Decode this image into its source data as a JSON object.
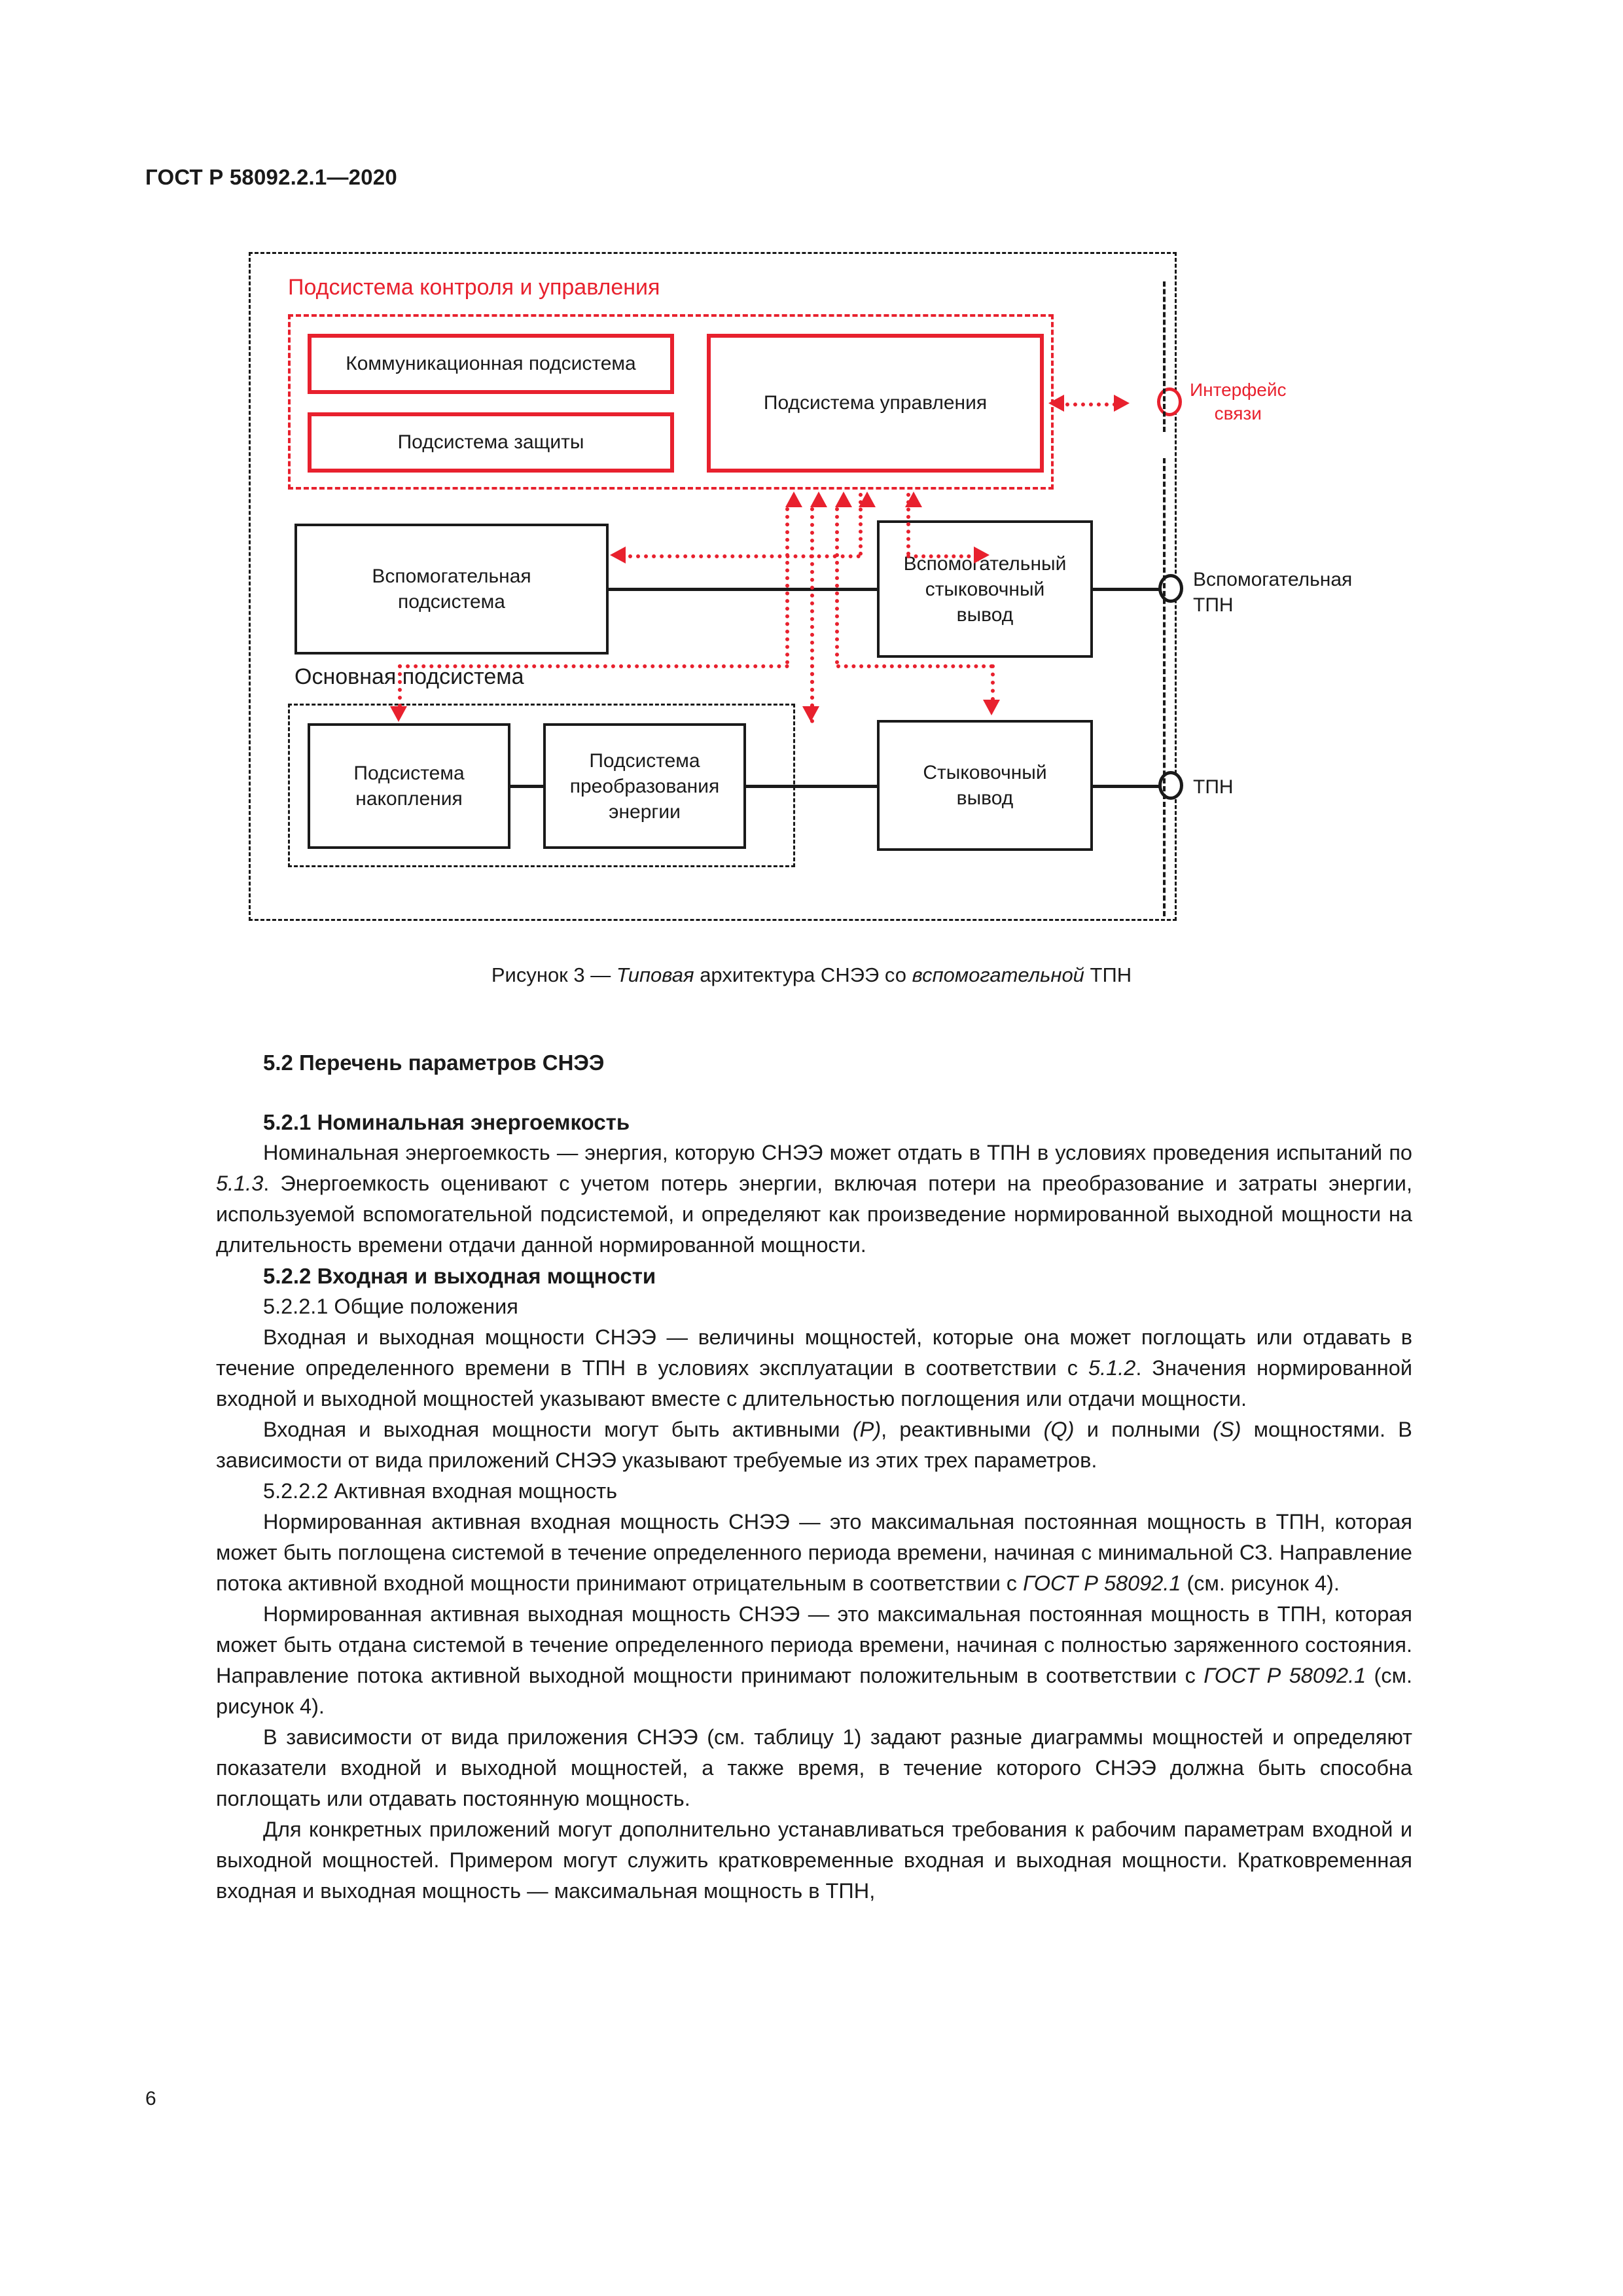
{
  "header": {
    "standard_id": "ГОСТ Р 58092.2.1—2020"
  },
  "figure": {
    "control_subsystem_title": "Подсистема контроля и управления",
    "main_subsystem_title": "Основная подсистема",
    "boxes": {
      "communication": "Коммуникационная подсистема",
      "protection": "Подсистема защиты",
      "management": "Подсистема управления",
      "auxiliary": "Вспомогательная\nподсистема",
      "auxiliary_line1": "Вспомогательная",
      "auxiliary_line2": "подсистема",
      "aux_dock_line1": "Вспомогательный",
      "aux_dock_line2": "стыковочный",
      "aux_dock_line3": "вывод",
      "storage_line1": "Подсистема",
      "storage_line2": "накопления",
      "conversion_line1": "Подсистема",
      "conversion_line2": "преобразования",
      "conversion_line3": "энергии",
      "dock_line1": "Стыковочный",
      "dock_line2": "вывод"
    },
    "terminals": {
      "comm_interface_line1": "Интерфейс",
      "comm_interface_line2": "связи",
      "aux_tpn_line1": "Вспомогательная",
      "aux_tpn_line2": "ТПН",
      "tpn": "ТПН"
    },
    "colors": {
      "control_red": "#e8212e",
      "line_black": "#1a1a1a"
    },
    "caption": {
      "prefix": "Рисунок 3 — ",
      "italic1": "Типовая",
      "mid": " архитектура СНЭЭ со ",
      "italic2": "вспомогательной",
      "suffix": " ТПН"
    }
  },
  "body": {
    "s52_heading": "5.2 Перечень параметров СНЭЭ",
    "s521_heading": "5.2.1 Номинальная энергоемкость",
    "s521_p1_a": "Номинальная энергоемкость — энергия, которую СНЭЭ может отдать в ТПН в условиях проведения испытаний по ",
    "s521_p1_ref": "5.1.3",
    "s521_p1_b": ". Энергоемкость оценивают с учетом потерь энергии, включая потери на преобразование и затраты энергии, используемой вспомогательной подсистемой, и определяют как произведение нормированной выходной мощности на длительность времени отдачи данной нормированной мощности.",
    "s522_heading": "5.2.2 Входная и выходная мощности",
    "s5221_heading": "5.2.2.1 Общие положения",
    "s5221_p1_a": "Входная и выходная мощности СНЭЭ — величины мощностей, которые она может поглощать или отдавать в течение определенного времени в ТПН в условиях эксплуатации в соответствии с ",
    "s5221_p1_ref": "5.1.2",
    "s5221_p1_b": ". Значения нормированной входной и выходной мощностей указывают вместе с длительностью поглощения или отдачи мощности.",
    "s5221_p2_a": "Входная и выходная мощности могут быть активными ",
    "s5221_p2_P": "(P)",
    "s5221_p2_b": ", реактивными ",
    "s5221_p2_Q": "(Q)",
    "s5221_p2_c": " и полными ",
    "s5221_p2_S": "(S)",
    "s5221_p2_d": " мощностями. В зависимости от вида приложений СНЭЭ указывают требуемые из этих трех параметров.",
    "s5222_heading": "5.2.2.2 Активная входная мощность",
    "s5222_p1_a": "Нормированная активная входная мощность СНЭЭ — это максимальная постоянная мощность в ТПН, которая может быть поглощена системой в течение определенного периода времени, начиная с минимальной СЗ. Направление потока активной входной мощности принимают отрицательным в соответствии с ",
    "s5222_p1_ref": "ГОСТ Р 58092.1",
    "s5222_p1_b": " (см. рисунок 4).",
    "s5222_p2_a": "Нормированная активная выходная мощность СНЭЭ — это максимальная постоянная мощность в ТПН, которая может быть отдана системой в течение определенного периода времени, начиная с полностью заряженного состояния. Направление потока активной выходной мощности принимают положительным в соответствии с ",
    "s5222_p2_ref": "ГОСТ Р 58092.1",
    "s5222_p2_b": " (см. рисунок 4).",
    "s5222_p3": "В зависимости от вида приложения СНЭЭ (см. таблицу 1) задают разные диаграммы мощностей и определяют показатели входной и выходной мощностей, а также время, в течение которого СНЭЭ должна быть способна поглощать или отдавать постоянную мощность.",
    "s5222_p4": "Для конкретных приложений могут дополнительно устанавливаться требования к рабочим параметрам входной и выходной мощностей. Примером могут служить кратковременные входная и выходная мощности. Кратковременная входная и выходная мощность — максимальная мощность в ТПН,"
  },
  "footer": {
    "page_number": "6"
  }
}
